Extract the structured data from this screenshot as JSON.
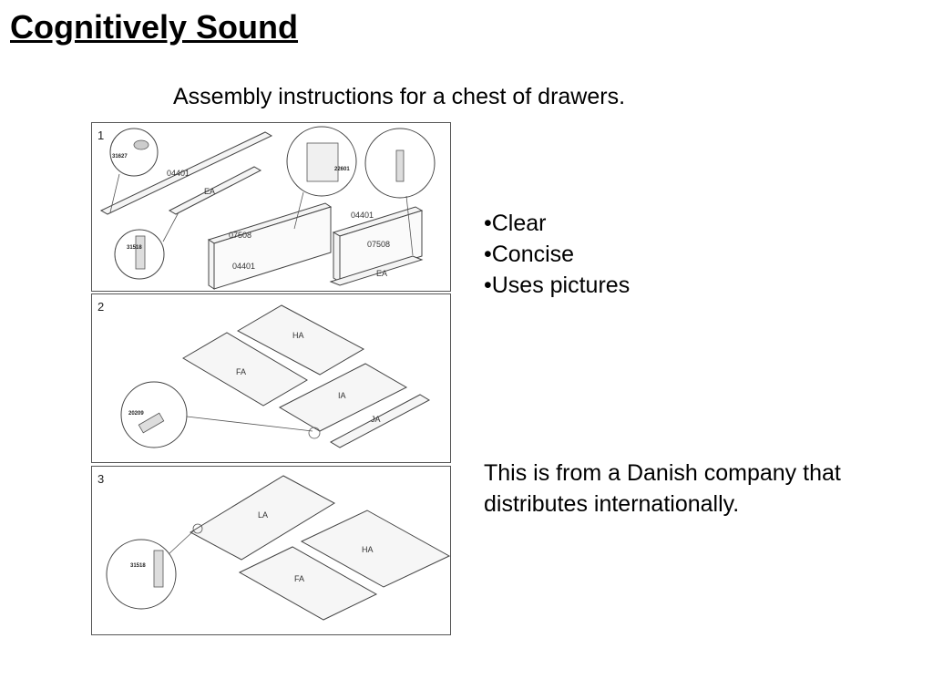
{
  "slide": {
    "title": "Cognitively Sound",
    "subtitle": "Assembly instructions for a chest of drawers.",
    "bullets": [
      "•Clear",
      "•Concise",
      "•Uses pictures"
    ],
    "note": "This is from a Danish company that distributes internationally."
  },
  "figure": {
    "steps": [
      {
        "number": "1",
        "labels": [
          "04401",
          "EA",
          "07508",
          "04401",
          "04401",
          "07508",
          "EA"
        ],
        "codes": [
          "31627",
          "31518",
          "22601"
        ]
      },
      {
        "number": "2",
        "labels": [
          "HA",
          "FA",
          "IA",
          "JA"
        ],
        "codes": [
          "20209"
        ]
      },
      {
        "number": "3",
        "labels": [
          "LA",
          "HA",
          "FA"
        ],
        "codes": [
          "31518"
        ]
      }
    ]
  }
}
